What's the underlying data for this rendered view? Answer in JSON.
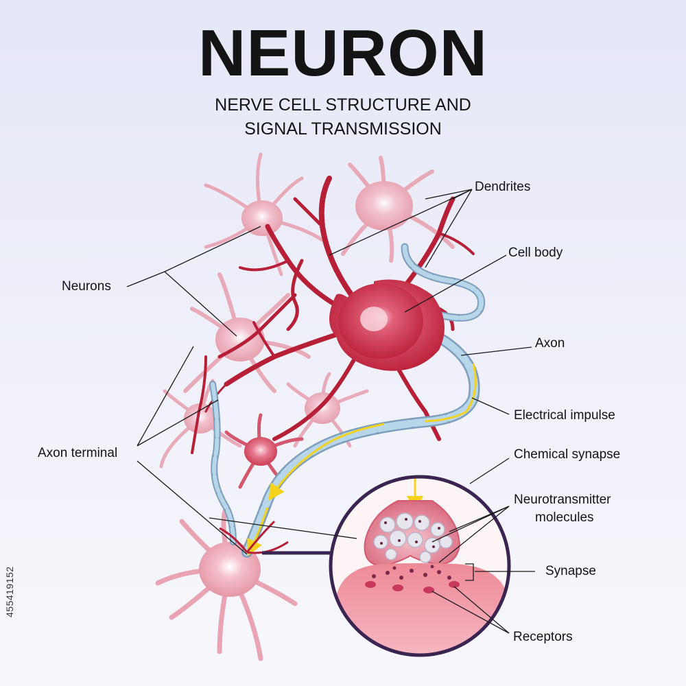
{
  "title": "NEURON",
  "subtitle_line1": "NERVE CELL STRUCTURE AND",
  "subtitle_line2": "SIGNAL TRANSMISSION",
  "labels": {
    "dendrites": "Dendrites",
    "cell_body": "Cell body",
    "neurons": "Neurons",
    "axon": "Axon",
    "electrical_impulse": "Electrical impulse",
    "axon_terminal": "Axon terminal",
    "chemical_synapse": "Chemical synapse",
    "neurotransmitter_line1": "Neurotransmitter",
    "neurotransmitter_line2": "molecules",
    "synapse": "Synapse",
    "receptors": "Receptors"
  },
  "watermark_id": "455419152",
  "colors": {
    "neuron_main": "#c8243a",
    "neuron_light": "#f2b8c6",
    "myelin": "#9fc3dc",
    "impulse": "#f5d21c",
    "ring": "#3a2452",
    "background": "#eaebf8"
  }
}
